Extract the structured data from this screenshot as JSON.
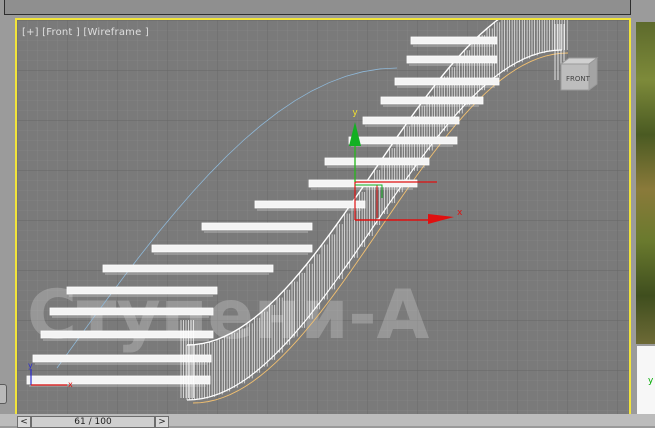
{
  "viewport": {
    "label": "[+] [Front ] [Wireframe ]",
    "viewcube_label": "FRONT",
    "watermark": "Ступени-А",
    "gizmo": {
      "x_label": "x",
      "y_label": "y"
    },
    "corner_axis": {
      "x_label": "x",
      "y_label": "y"
    },
    "colors": {
      "border_active": "#f2e43a",
      "grid_bg": "#7a7a7a",
      "wire": "#ffffff",
      "gizmo_x": "#e01010",
      "gizmo_y": "#10b020"
    }
  },
  "timeline": {
    "prev_label": "<",
    "counter": "61 / 100",
    "next_label": ">"
  },
  "side_panel": {
    "axis_label": "y"
  }
}
